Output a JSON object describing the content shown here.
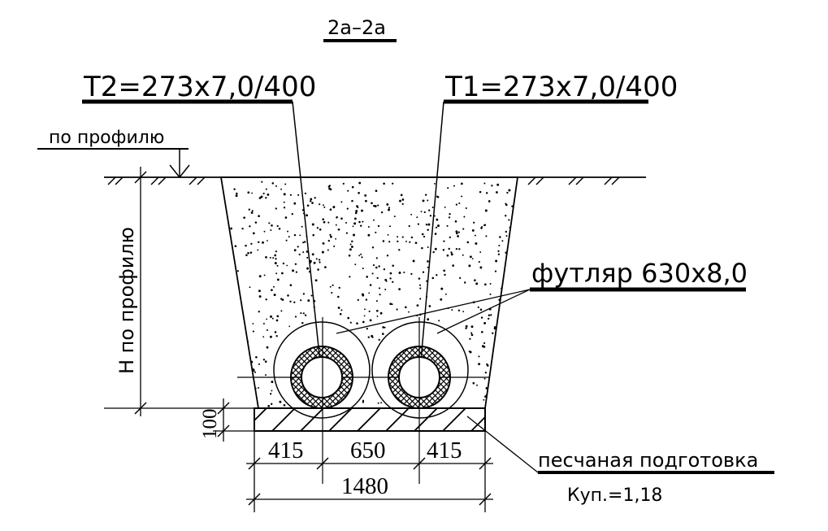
{
  "section_title": "2а–2а",
  "pipe_t2": "Т2=273х7,0/400",
  "pipe_t1": "Т1=273х7,0/400",
  "ground_level_note": "по профилю",
  "depth_label": "Н по профилю",
  "casing_label": "футляр 630х8,0",
  "bedding_label": "песчаная подготовка",
  "compaction_label": "Куп.=1,18",
  "dimensions": {
    "bedding_thickness": "100",
    "left_offset": "415",
    "pipe_spacing": "650",
    "right_offset": "415",
    "total_width": "1480"
  }
}
